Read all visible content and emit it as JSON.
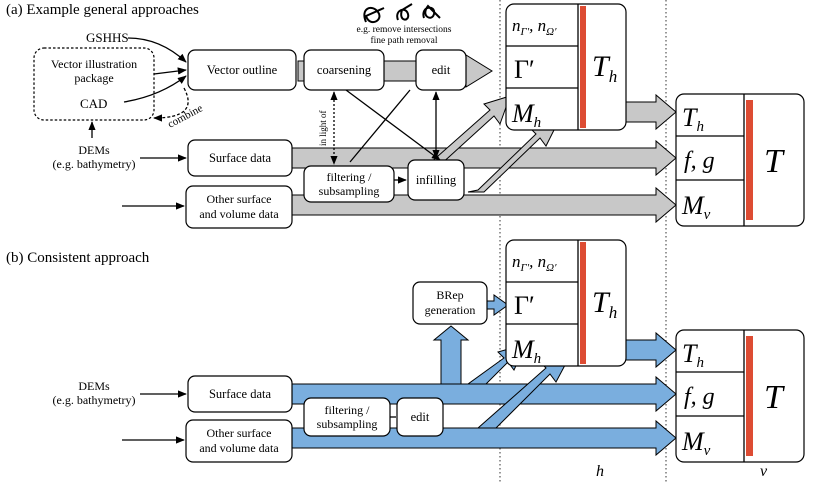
{
  "panel_a": {
    "title": "(a) Example general approaches",
    "sources": {
      "gshhs": "GSHHS",
      "vector_pkg_line1": "Vector illustration",
      "vector_pkg_line2": "package",
      "cad": "CAD",
      "combine": "combine",
      "dems_line1": "DEMs",
      "dems_line2": "(e.g. bathymetry)"
    },
    "nodes": {
      "vector_outline": "Vector outline",
      "coarsening": "coarsening",
      "edit": "edit",
      "surface_data": "Surface data",
      "filtering_line1": "filtering /",
      "filtering_line2": "subsampling",
      "infilling": "infilling",
      "other_line1": "Other surface",
      "other_line2": "and volume data",
      "in_light_of": "in light of"
    },
    "edit_note": {
      "line1": "e.g. remove intersections",
      "line2": "fine path removal"
    }
  },
  "panel_b": {
    "title": "(b) Consistent approach",
    "nodes": {
      "brep_line1": "BRep",
      "brep_line2": "generation",
      "surface_data": "Surface data",
      "filtering_line1": "filtering /",
      "filtering_line2": "subsampling",
      "edit": "edit",
      "other_line1": "Other surface",
      "other_line2": "and volume data"
    },
    "sources": {
      "dems_line1": "DEMs",
      "dems_line2": "(e.g. bathymetry)"
    }
  },
  "stack_h": {
    "n_label": "n",
    "n_sub1": "Γ′",
    "n_sep": ", n",
    "n_sub2": "Ω′",
    "gamma": "Γ′",
    "m_label": "M",
    "m_sub": "h",
    "t_label": "T",
    "t_sub": "h"
  },
  "stack_v": {
    "t_label": "T",
    "t_sub": "h",
    "fg": "f, g",
    "m_label": "M",
    "m_sub": "v",
    "big_t": "T"
  },
  "axis": {
    "h": "h",
    "v": "v"
  },
  "colors": {
    "grey_arrow": "#c8c8c8",
    "blue_arrow": "#7aaede",
    "red_bar": "#dd4c33"
  }
}
